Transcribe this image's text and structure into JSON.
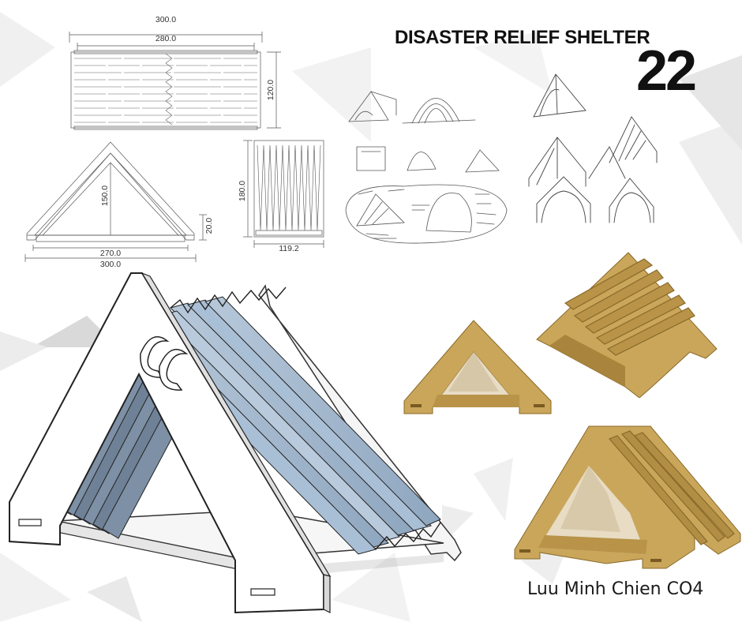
{
  "poster": {
    "title": "DISASTER RELIEF SHELTER",
    "number": "22",
    "author": "Luu Minh Chien CO4"
  },
  "drawings": {
    "top_view": {
      "overall_width": "300.0",
      "inner_width": "280.0",
      "depth": "120.0"
    },
    "front_view": {
      "height": "150.0",
      "base_height": "20.0",
      "inner_width": "270.0",
      "overall_width": "300.0"
    },
    "side_view": {
      "height": "180.0",
      "width": "119.2"
    }
  },
  "colors": {
    "cardboard": "#c9a65a",
    "cardboard_dark": "#a8843c",
    "panel_blue": "#a9bfd6",
    "line": "#444444"
  }
}
